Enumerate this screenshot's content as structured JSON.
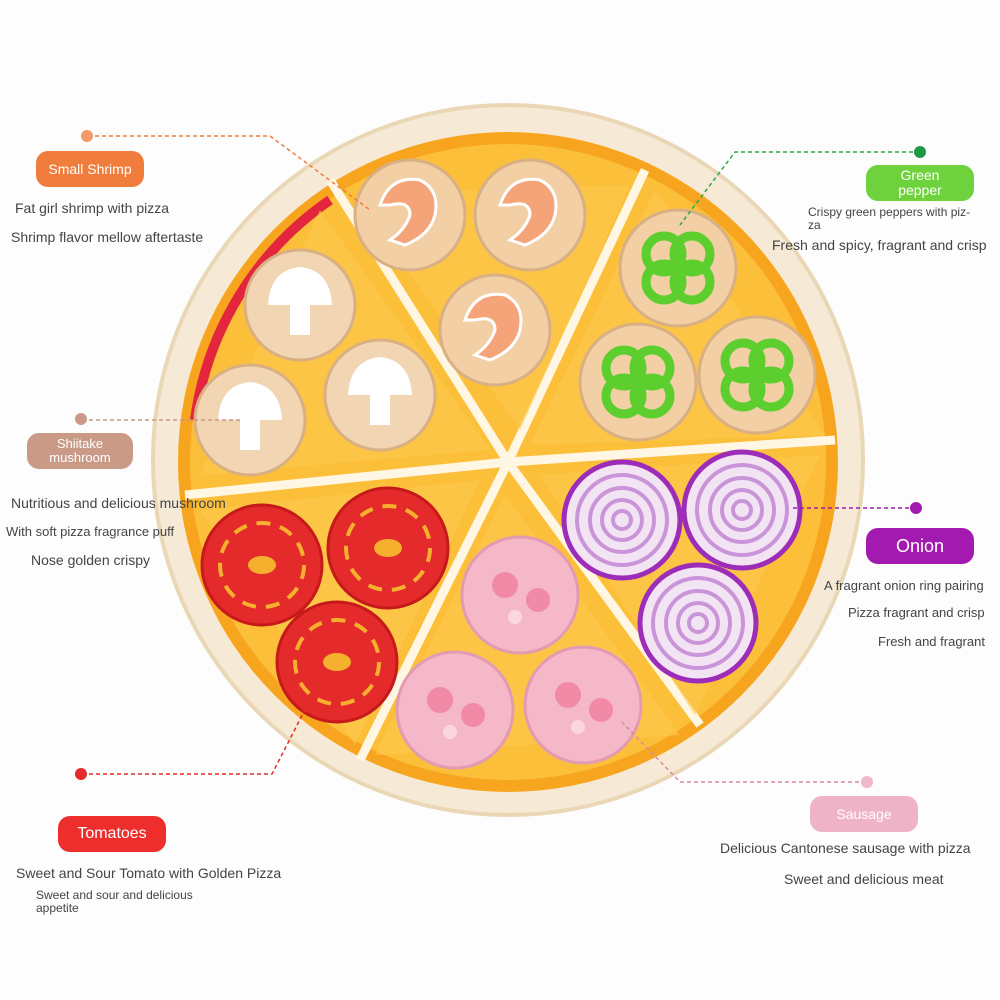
{
  "colors": {
    "shrimp": "#f07d3c",
    "mushroom": "#c99a86",
    "tomato": "#ee2d2d",
    "pepper": "#6ed23c",
    "onion": "#a21ab0",
    "sausage": "#efb3c8",
    "tray": "#f5a623",
    "tray_rim": "#f3e6cf"
  },
  "labels": {
    "shrimp": {
      "title": "Small Shrimp",
      "lines": [
        "Fat girl shrimp with pizza",
        "Shrimp flavor mellow aftertaste"
      ]
    },
    "mushroom": {
      "title_line1": "Shiitake",
      "title_line2": "mushroom",
      "lines": [
        "Nutritious and delicious mushroom",
        "With soft pizza fragrance puff",
        "Nose golden crispy"
      ]
    },
    "tomato": {
      "title": "Tomatoes",
      "lines": [
        "Sweet and Sour Tomato with Golden Pizza",
        "Sweet and sour and delicious",
        "appetite"
      ]
    },
    "pepper": {
      "title_line1": "Green",
      "title_line2": "pepper",
      "lines": [
        "Crispy green peppers with piz-",
        "za",
        "Fresh and spicy, fragrant and crisp"
      ]
    },
    "onion": {
      "title": "Onion",
      "lines": [
        "A fragrant onion ring pairing",
        "Pizza fragrant and crisp",
        "Fresh and fragrant"
      ]
    },
    "sausage": {
      "title": "Sausage",
      "lines": [
        "Delicious Cantonese sausage with pizza",
        "Sweet and delicious meat"
      ]
    }
  }
}
